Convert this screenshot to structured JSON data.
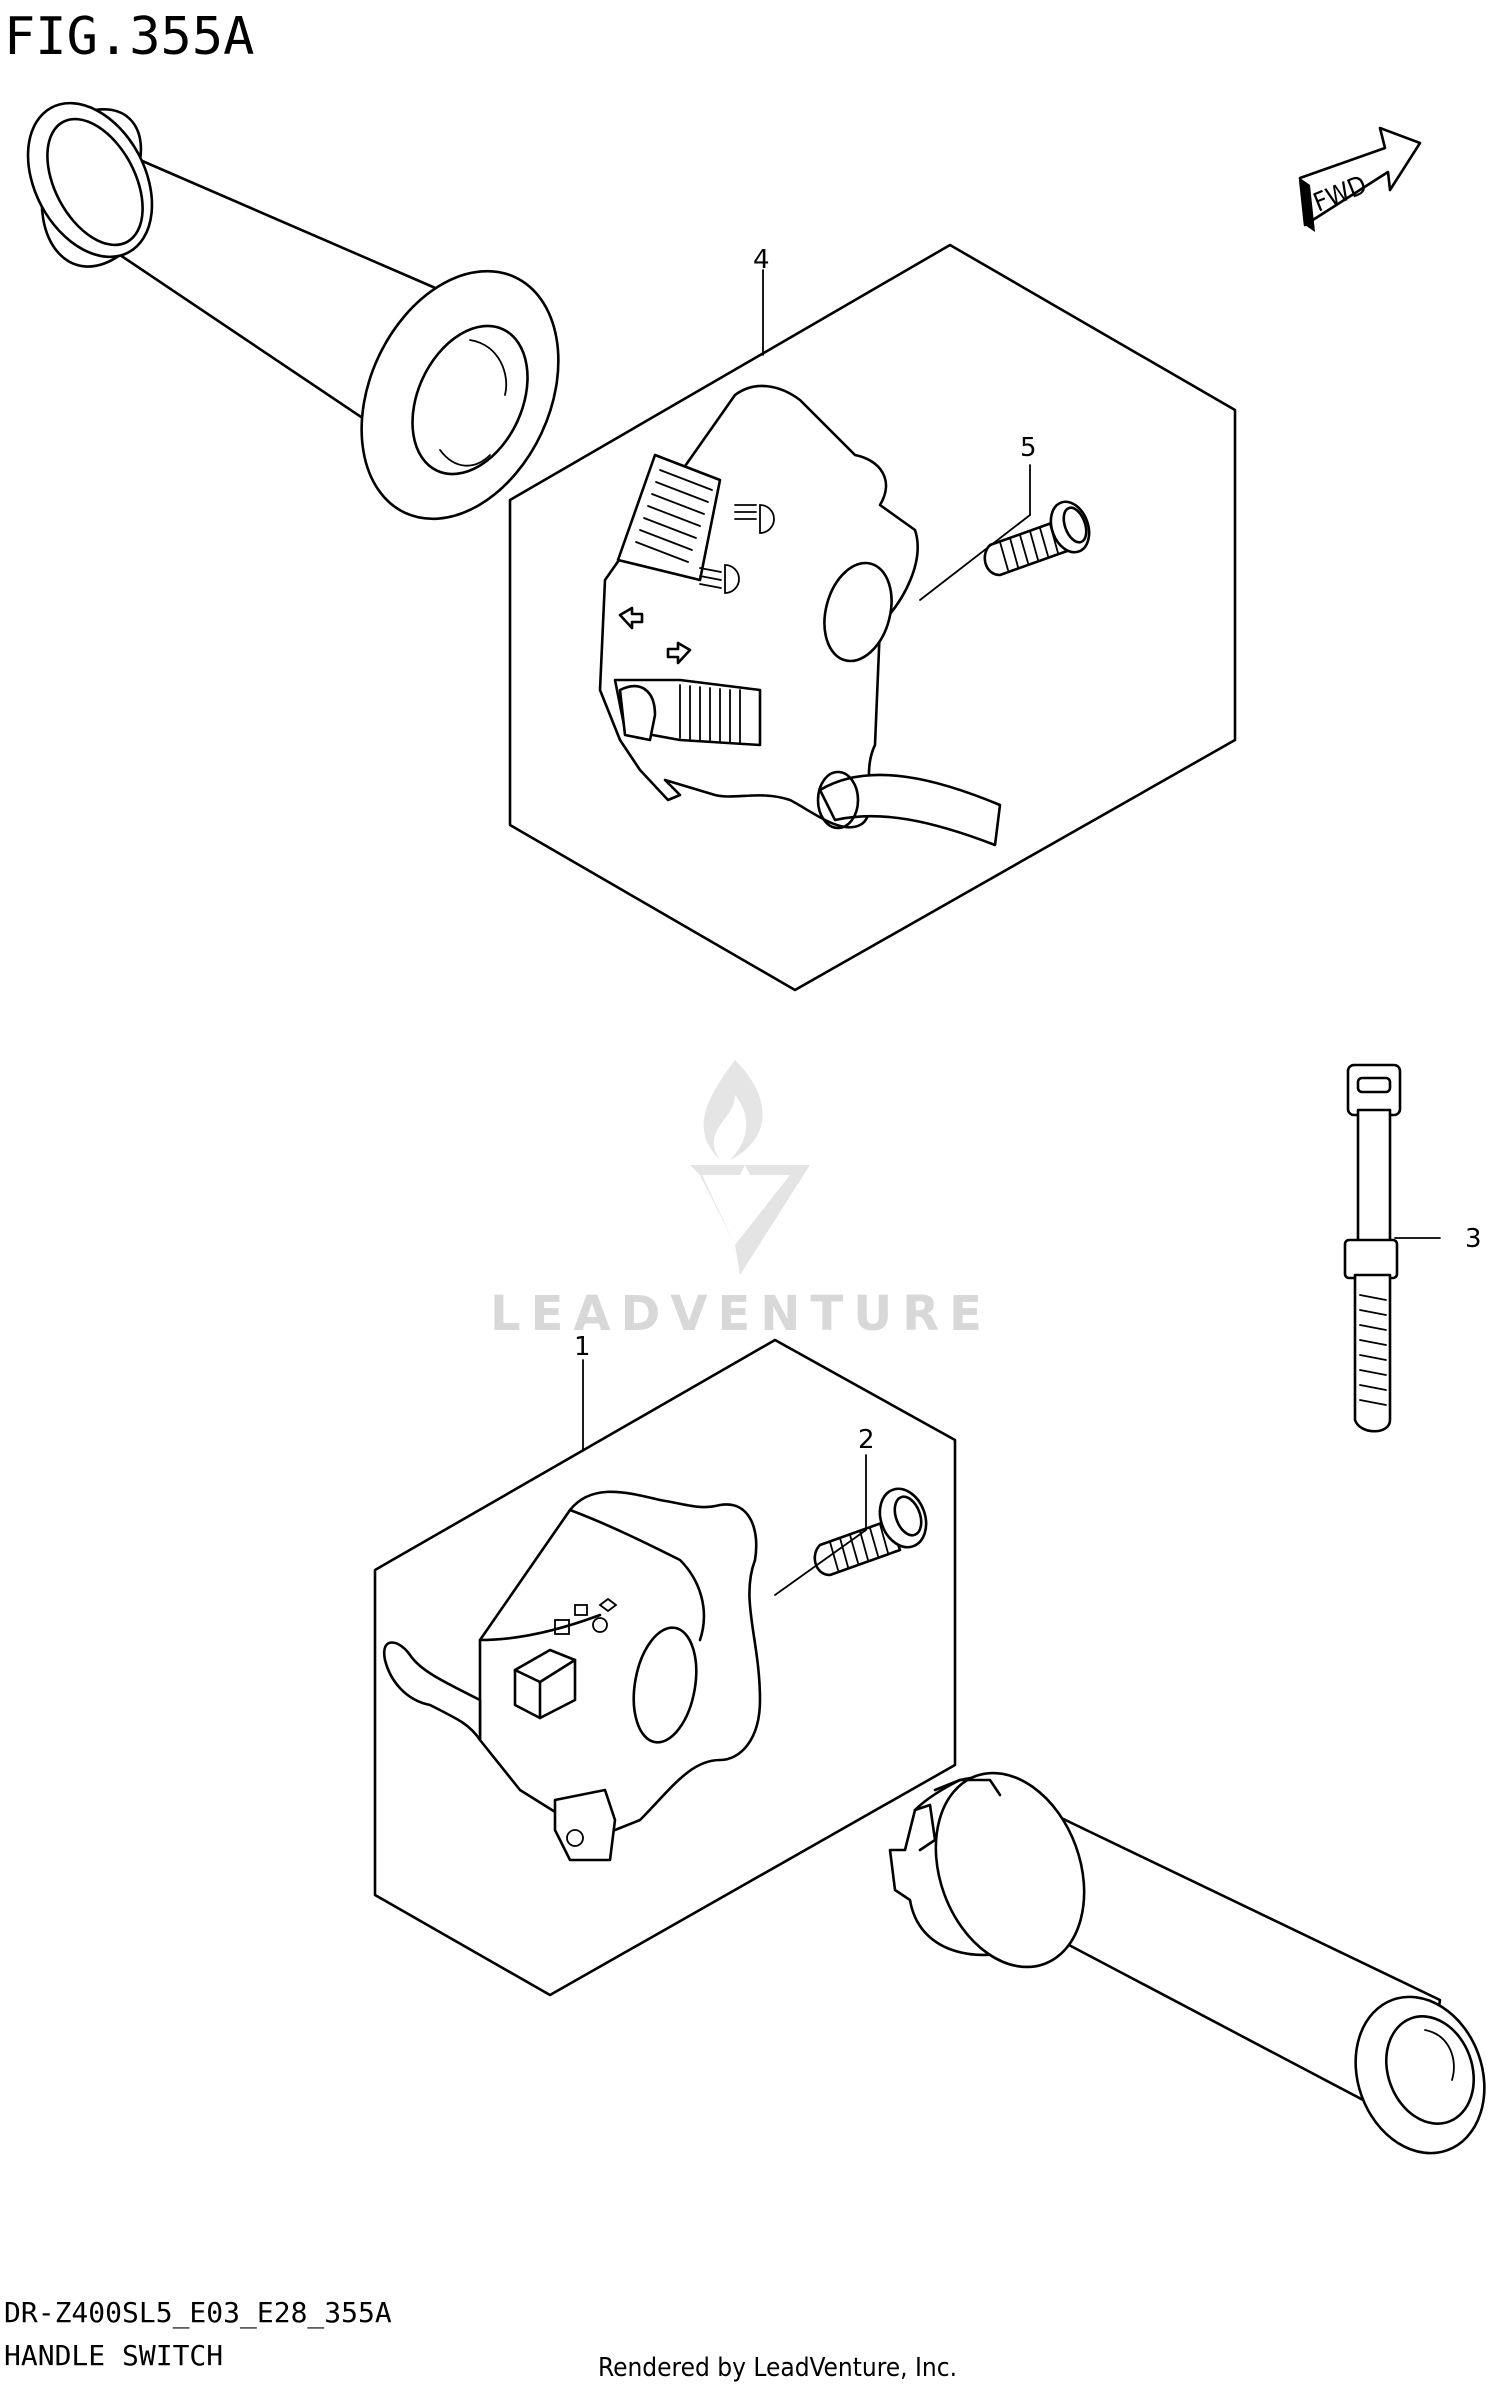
{
  "figure": {
    "title": "FIG.355A"
  },
  "fwd_arrow": {
    "label": "FWD"
  },
  "callouts": [
    {
      "id": "1",
      "label": "1"
    },
    {
      "id": "2",
      "label": "2"
    },
    {
      "id": "3",
      "label": "3"
    },
    {
      "id": "4",
      "label": "4"
    },
    {
      "id": "5",
      "label": "5"
    }
  ],
  "watermark": {
    "brand": "LEADVENTURE"
  },
  "footer": {
    "model_code": "DR-Z400SL5_E03_E28_355A",
    "section_name": "HANDLE SWITCH",
    "rendered_by": "Rendered by LeadVenture, Inc."
  }
}
